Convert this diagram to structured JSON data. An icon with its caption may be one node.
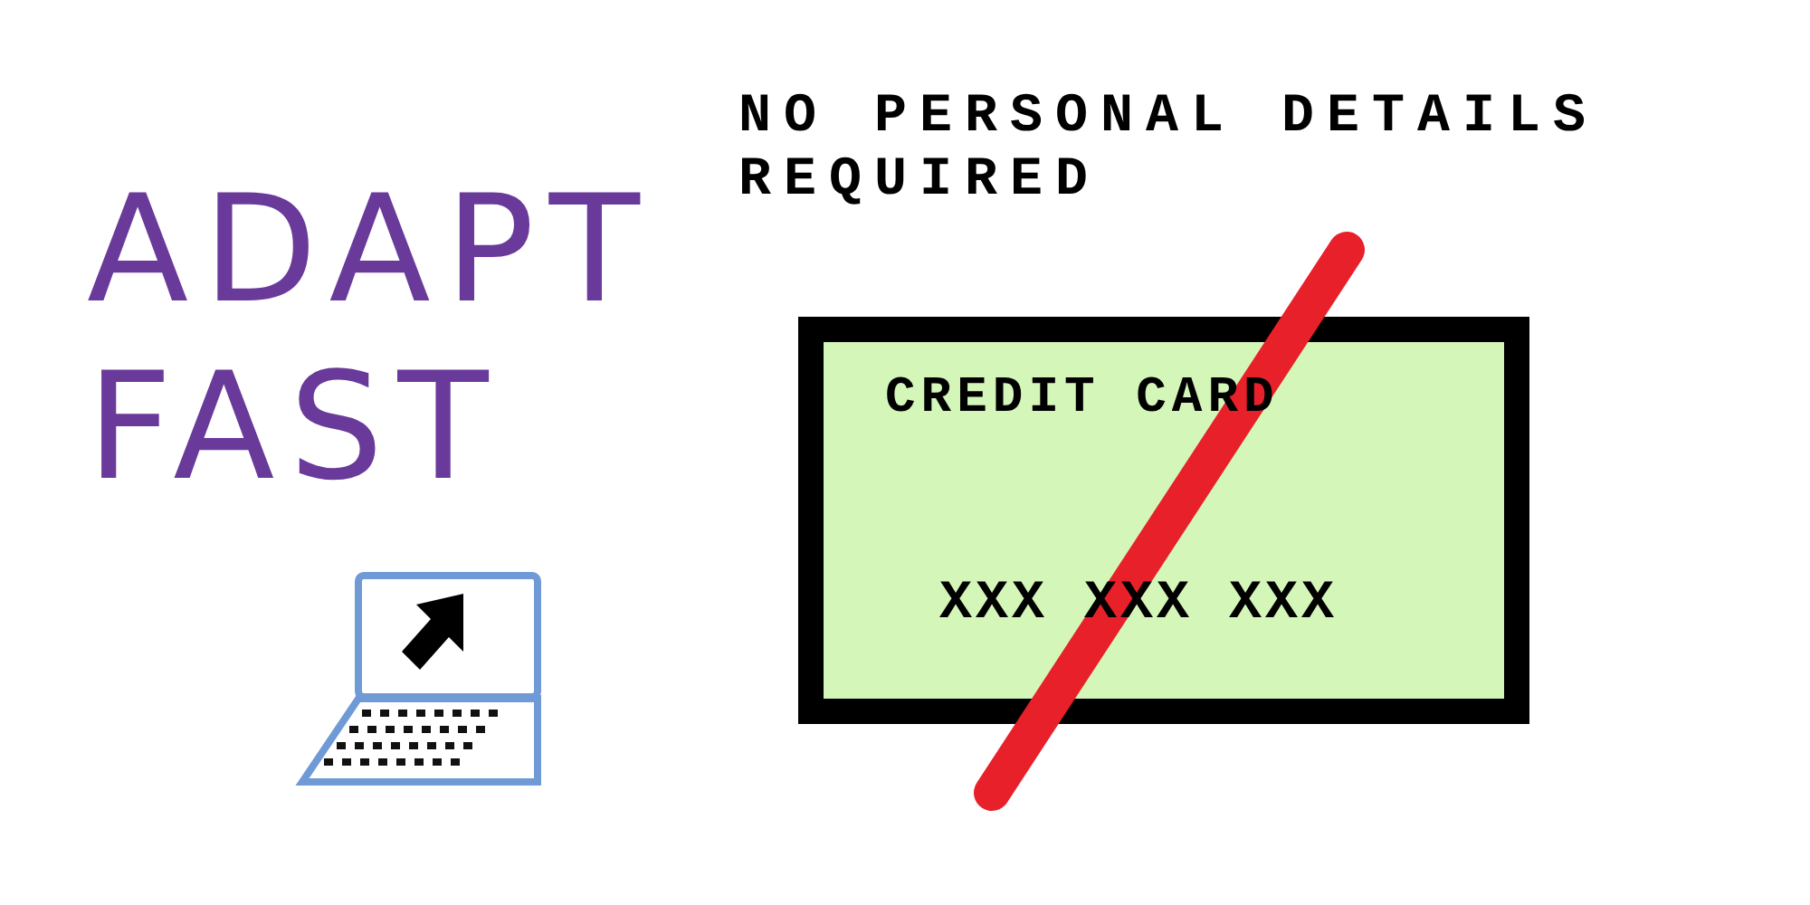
{
  "diagram": {
    "nodes": [
      {
        "text": [
          "CREDIT CARD",
          "XXX XXX XXX"
        ]
      }
    ],
    "labels": [
      "NO PERSONAL DETAILS REQUIRED",
      "ADAPT FAST"
    ]
  }
}
